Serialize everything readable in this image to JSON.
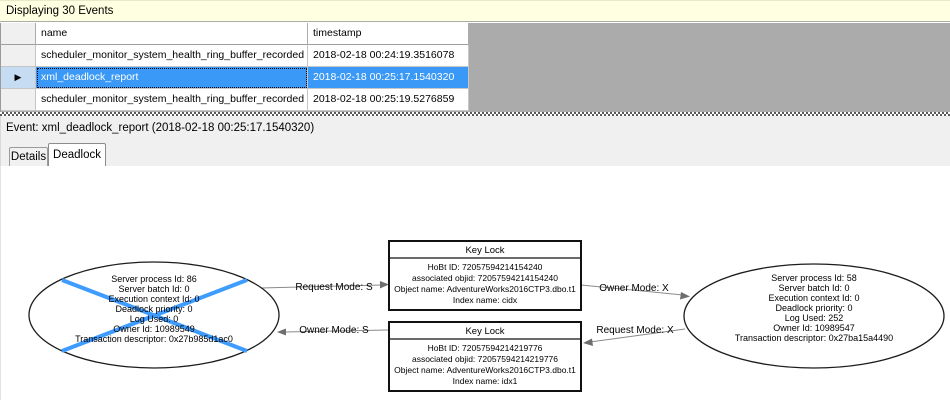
{
  "info_bar": {
    "text": "Displaying 30 Events"
  },
  "icons": {
    "row_marker": "▶"
  },
  "colors": {
    "selection": "#3A99F6",
    "victim_cross": "#3E9CFF",
    "info_bar_bg": "#FFFFE1",
    "grid_empty_bg": "#ABABAB"
  },
  "grid": {
    "columns": [
      "name",
      "timestamp"
    ],
    "rows": [
      {
        "name": "scheduler_monitor_system_health_ring_buffer_recorded",
        "timestamp": "2018-02-18 00:24:19.3516078"
      },
      {
        "name": "xml_deadlock_report",
        "timestamp": "2018-02-18 00:25:17.1540320"
      },
      {
        "name": "scheduler_monitor_system_health_ring_buffer_recorded",
        "timestamp": "2018-02-18 00:25:19.5276859"
      }
    ],
    "selected_row_index": 1
  },
  "event_bar": {
    "text": "Event: xml_deadlock_report (2018-02-18 00:25:17.1540320)"
  },
  "tabs": [
    {
      "label": "Details",
      "active": false
    },
    {
      "label": "Deadlock",
      "active": true
    }
  ],
  "graph": {
    "left_process": {
      "lines": [
        "Server process Id: 86",
        "Server batch Id: 0",
        "Execution context Id: 0",
        "Deadlock priority: 0",
        "Log Used: 0",
        "Owner Id: 10989549",
        "Transaction descriptor: 0x27b985d1ac0"
      ],
      "victim": true
    },
    "right_process": {
      "lines": [
        "Server process Id: 58",
        "Server batch Id: 0",
        "Execution context Id: 0",
        "Deadlock priority: 0",
        "Log Used: 252",
        "Owner Id: 10989547",
        "Transaction descriptor: 0x27ba15a4490"
      ],
      "victim": false
    },
    "top_lock": {
      "title": "Key Lock",
      "lines": [
        "HoBt ID: 72057594214154240",
        "associated objid: 72057594214154240",
        "Object name: AdventureWorks2016CTP3.dbo.t1",
        "Index name: cidx"
      ]
    },
    "bottom_lock": {
      "title": "Key Lock",
      "lines": [
        "HoBt ID: 72057594214219776",
        "associated objid: 72057594214219776",
        "Object name: AdventureWorks2016CTP3.dbo.t1",
        "Index name: idx1"
      ]
    },
    "edges": {
      "request_s": "Request Mode: S",
      "owner_s": "Owner Mode: S",
      "owner_x": "Owner Mode: X",
      "request_x": "Request Mode: X"
    }
  }
}
